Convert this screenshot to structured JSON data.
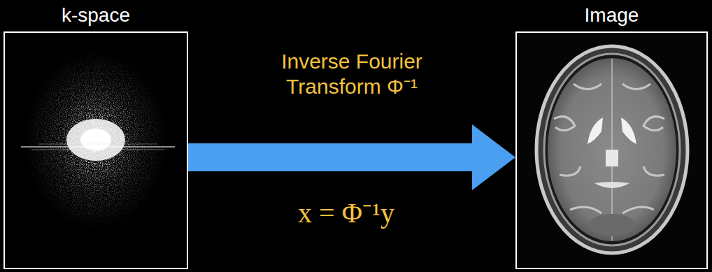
{
  "diagram": {
    "nodes": [
      {
        "text": [
          "k-space"
        ]
      },
      {
        "text": [
          "Image"
        ]
      }
    ],
    "edges": [
      {
        "from": 0,
        "to": 1,
        "arrow": "to",
        "label": "Inverse Fourier Transform Φ⁻¹"
      }
    ],
    "labels": [
      "x = Φ⁻¹y"
    ]
  }
}
